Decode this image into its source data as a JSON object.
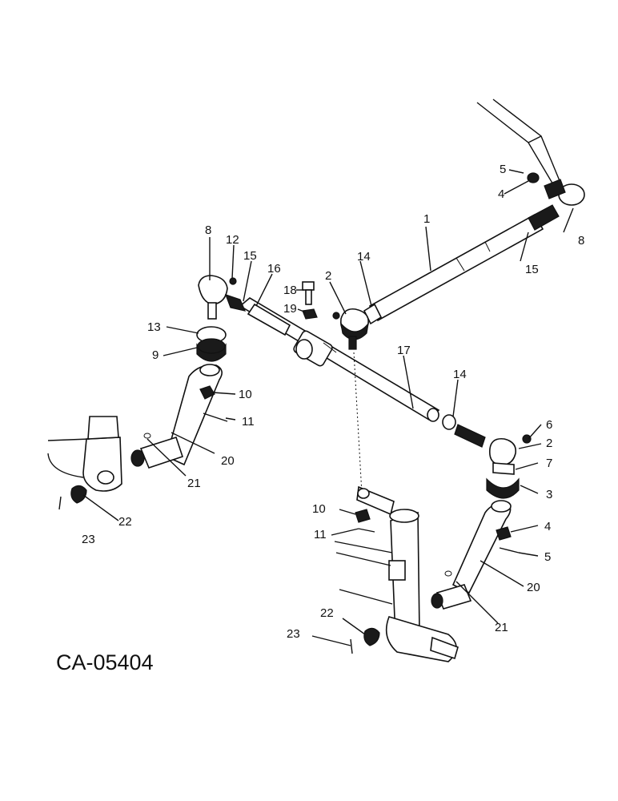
{
  "diagram_code": "CA-05404",
  "callouts": [
    "1",
    "2",
    "2",
    "3",
    "4",
    "4",
    "5",
    "5",
    "6",
    "7",
    "8",
    "8",
    "9",
    "10",
    "10",
    "11",
    "11",
    "12",
    "13",
    "14",
    "14",
    "15",
    "15",
    "16",
    "17",
    "18",
    "19",
    "20",
    "20",
    "21",
    "21",
    "22",
    "22",
    "23",
    "23"
  ]
}
